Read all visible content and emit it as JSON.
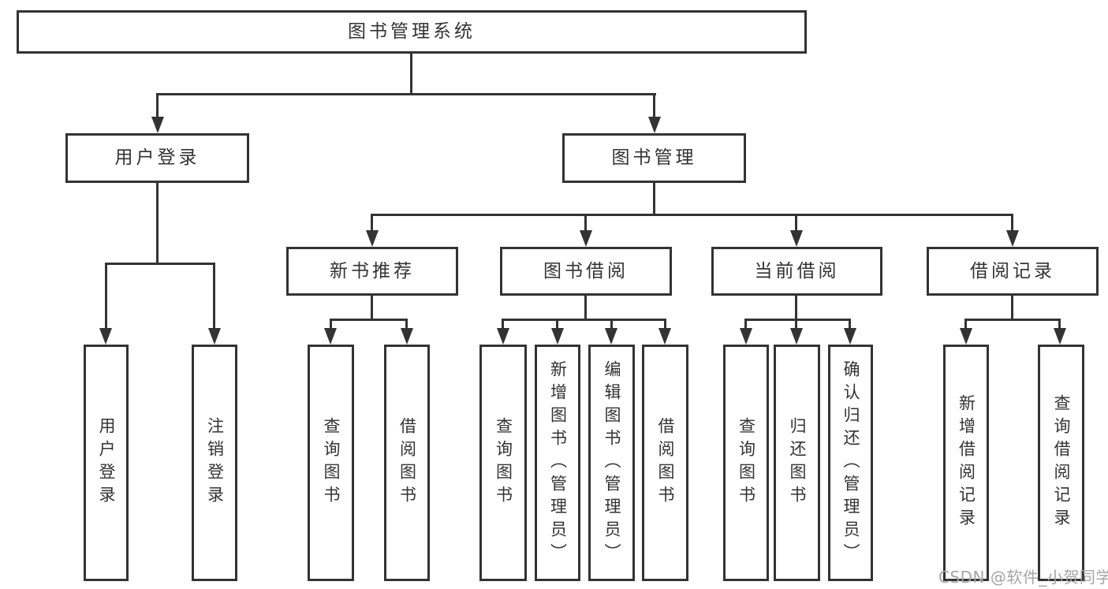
{
  "tree": {
    "root": {
      "label": "图书管理系统",
      "children": [
        {
          "label": "用户登录",
          "children": [
            {
              "label": "用户登录"
            },
            {
              "label": "注销登录"
            }
          ]
        },
        {
          "label": "图书管理",
          "children": [
            {
              "label": "新书推荐",
              "children": [
                {
                  "label": "查询图书"
                },
                {
                  "label": "借阅图书"
                }
              ]
            },
            {
              "label": "图书借阅",
              "children": [
                {
                  "label": "查询图书"
                },
                {
                  "label": "新增图书（管理员）"
                },
                {
                  "label": "编辑图书（管理员）"
                },
                {
                  "label": "借阅图书"
                }
              ]
            },
            {
              "label": "当前借阅",
              "children": [
                {
                  "label": "查询图书"
                },
                {
                  "label": "归还图书"
                },
                {
                  "label": "确认归还（管理员）"
                }
              ]
            },
            {
              "label": "借阅记录",
              "children": [
                {
                  "label": "新增借阅记录"
                },
                {
                  "label": "查询借阅记录"
                }
              ]
            }
          ]
        }
      ]
    }
  },
  "watermark": {
    "text": "CSDN @软件_小贺同学"
  },
  "colors": {
    "line": "#333333",
    "box_border": "#333333",
    "box_background": "#ffffff",
    "text": "#333333",
    "watermark_text": "#a4a5ad",
    "page_background": "#ffffff"
  }
}
